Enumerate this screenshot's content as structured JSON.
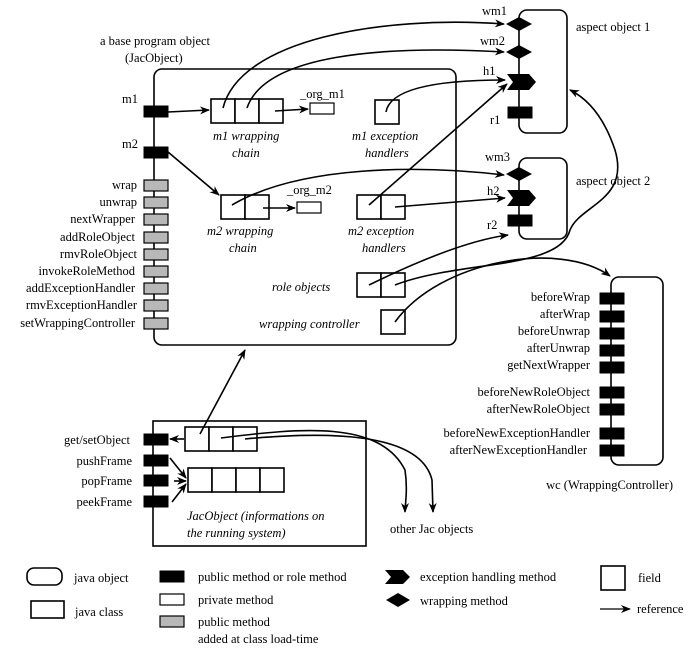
{
  "base_object": {
    "title_line1": "a base program object",
    "title_line2": "(JacObject)",
    "methods": [
      "m1",
      "m2"
    ],
    "added_methods": [
      "wrap",
      "unwrap",
      "nextWrapper",
      "addRoleObject",
      "rmvRoleObject",
      "invokeRoleMethod",
      "addExceptionHandler",
      "rmvExceptionHandler",
      "setWrappingController"
    ],
    "m1_chain_label_1": "m1 wrapping",
    "m1_chain_label_2": "chain",
    "m1_org": "_org_m1",
    "m1_handlers_label_1": "m1 exception",
    "m1_handlers_label_2": "handlers",
    "m2_chain_label_1": "m2 wrapping",
    "m2_chain_label_2": "chain",
    "m2_org": "_org_m2",
    "m2_handlers_label_1": "m2 exception",
    "m2_handlers_label_2": "handlers",
    "role_objects_label": "role objects",
    "wrapping_controller_label": "wrapping controller"
  },
  "aspect1": {
    "title": "aspect object 1",
    "wrapping_methods": [
      "wm1",
      "wm2"
    ],
    "handler_methods": [
      "h1"
    ],
    "role_methods": [
      "r1"
    ]
  },
  "aspect2": {
    "title": "aspect object 2",
    "wrapping_methods": [
      "wm3"
    ],
    "handler_methods": [
      "h2"
    ],
    "role_methods": [
      "r2"
    ]
  },
  "wrapping_controller": {
    "title": "wc (WrappingController)",
    "methods": [
      "beforeWrap",
      "afterWrap",
      "beforeUnwrap",
      "afterUnwrap",
      "getNextWrapper",
      "beforeNewRoleObject",
      "afterNewRoleObject",
      "beforeNewExceptionHandler",
      "afterNewExceptionHandler"
    ]
  },
  "jac_class": {
    "methods": [
      "get/setObject",
      "pushFrame",
      "popFrame",
      "peekFrame"
    ],
    "label_line1": "JacObject (informations on",
    "label_line2": "the running system)",
    "other_label": "other Jac objects"
  },
  "legend": {
    "java_object": "java object",
    "java_class": "java class",
    "public_method": "public method or role method",
    "private_method": "private method",
    "added_method_line1": "public method",
    "added_method_line2": "added at class load-time",
    "exception_method": "exception handling method",
    "wrapping_method": "wrapping method",
    "field": "field",
    "reference": "reference"
  },
  "colors": {
    "stroke": "#000000",
    "added_method_fill": "#b8b8b8",
    "background": "#ffffff"
  }
}
